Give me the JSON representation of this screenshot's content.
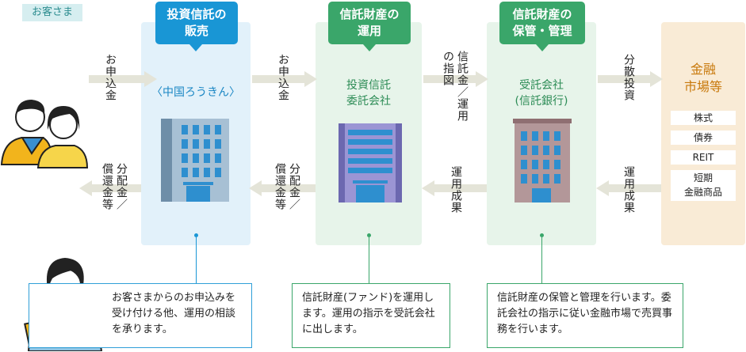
{
  "customer_label": "お客さま",
  "headers": {
    "sales": "投資信託の\n販売",
    "management": "信託財産の\n運用",
    "custody": "信託財産の\n保管・管理"
  },
  "entities": {
    "sales": "〈中国ろうきん〉",
    "management": "投資信託\n委託会社",
    "custody": "受託会社\n(信託銀行)",
    "market": "金融\n市場等"
  },
  "market_items": [
    "株式",
    "債券",
    "REIT",
    "短期\n金融商品"
  ],
  "flows": {
    "apply_1": "お申込金",
    "apply_2": "お申込金",
    "trust_instruction": "信託金／運用の指図",
    "invest": "分散投資",
    "return_market": "運用成果",
    "return_custody": "運用成果",
    "dist_1": "分配金／償還金等",
    "dist_2": "分配金／償還金等"
  },
  "notes": {
    "sales": "お客さまからのお申込みを受け付ける他、運用の相談を承ります。",
    "management": "信託財産(ファンド)を運用します。運用の指示を受託会社に出します。",
    "custody": "信託財産の保管と管理を行います。委託会社の指示に従い金融市場で売買事務を行います。"
  },
  "colors": {
    "sales_accent": "#1996d5",
    "green_accent": "#3aa66a",
    "market_accent": "#c8780a",
    "arrow": "#e4e4d8"
  }
}
